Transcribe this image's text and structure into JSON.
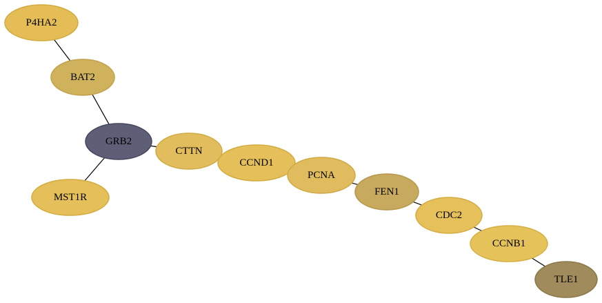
{
  "nodes": [
    {
      "id": "P4HA2",
      "label": "P4HA2",
      "fill": "#e4bd57",
      "stroke": "#d2aa40"
    },
    {
      "id": "BAT2",
      "label": "BAT2",
      "fill": "#d0b25c",
      "stroke": "#c0a048"
    },
    {
      "id": "GRB2",
      "label": "GRB2",
      "fill": "#5e5e77",
      "stroke": "#45455c"
    },
    {
      "id": "MST1R",
      "label": "MST1R",
      "fill": "#e4bf5a",
      "stroke": "#d2ac40"
    },
    {
      "id": "CTTN",
      "label": "CTTN",
      "fill": "#e1bd5e",
      "stroke": "#cfab44"
    },
    {
      "id": "CCND1",
      "label": "CCND1",
      "fill": "#e4bf5a",
      "stroke": "#d2ac40"
    },
    {
      "id": "PCNA",
      "label": "PCNA",
      "fill": "#e0bc5e",
      "stroke": "#cea944"
    },
    {
      "id": "FEN1",
      "label": "FEN1",
      "fill": "#c8aa5f",
      "stroke": "#b5974a"
    },
    {
      "id": "CDC2",
      "label": "CDC2",
      "fill": "#e5c05b",
      "stroke": "#d3ad42"
    },
    {
      "id": "CCNB1",
      "label": "CCNB1",
      "fill": "#e6c25b",
      "stroke": "#d4af42"
    },
    {
      "id": "TLE1",
      "label": "TLE1",
      "fill": "#a08b5c",
      "stroke": "#8a7748"
    }
  ],
  "edges": [
    {
      "from": "P4HA2",
      "to": "BAT2"
    },
    {
      "from": "BAT2",
      "to": "GRB2"
    },
    {
      "from": "GRB2",
      "to": "MST1R"
    },
    {
      "from": "GRB2",
      "to": "CTTN"
    },
    {
      "from": "CTTN",
      "to": "CCND1"
    },
    {
      "from": "CCND1",
      "to": "PCNA"
    },
    {
      "from": "PCNA",
      "to": "FEN1"
    },
    {
      "from": "FEN1",
      "to": "CDC2"
    },
    {
      "from": "CDC2",
      "to": "CCNB1"
    },
    {
      "from": "CCNB1",
      "to": "TLE1"
    }
  ]
}
